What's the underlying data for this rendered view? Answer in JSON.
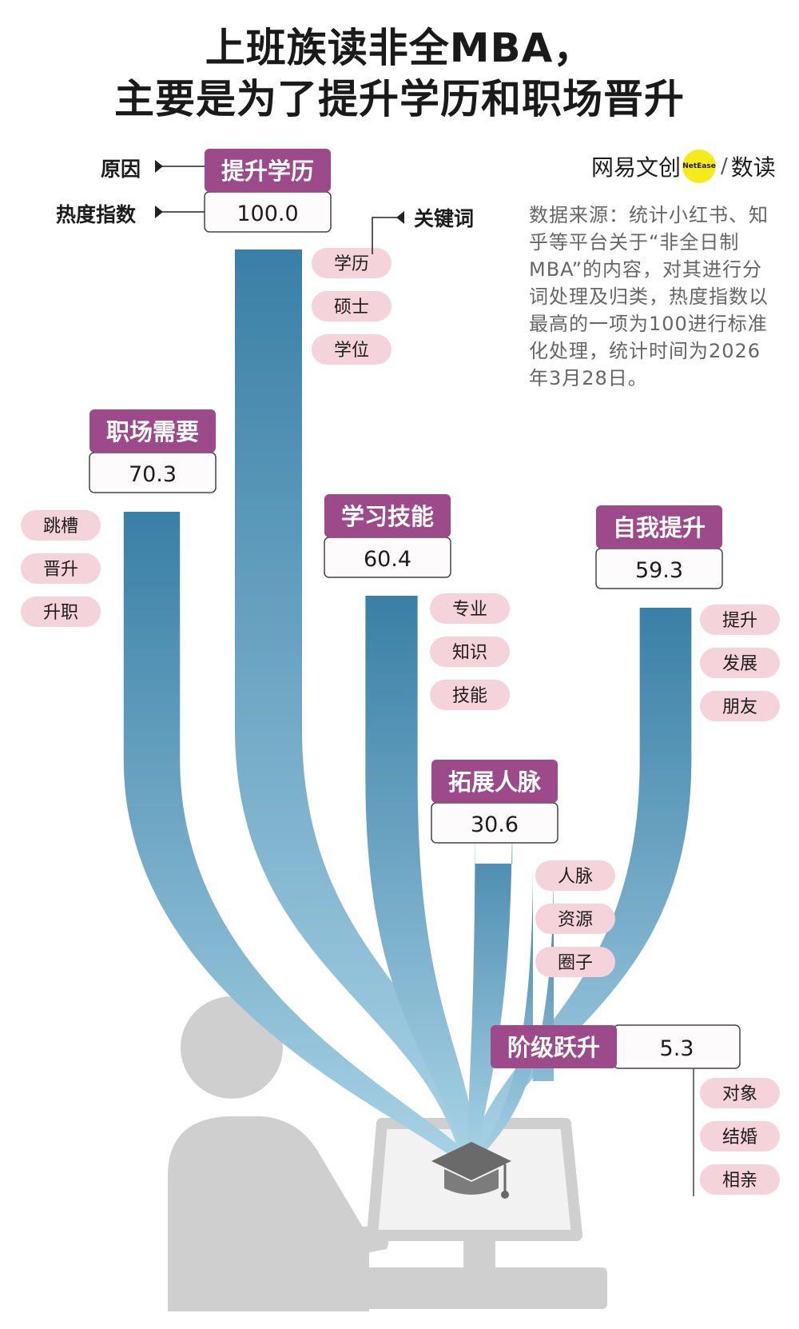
{
  "title": {
    "line1": "上班族读非全MBA，",
    "line2": "主要是为了提升学历和职场晋升"
  },
  "logo": {
    "brand": "网易文创",
    "badge": "NetEase",
    "column": "数读"
  },
  "source_note": "数据来源：统计小红书、知乎等平台关于“非全日制MBA”的内容，对其进行分词处理及归类，热度指数以最高的一项为100进行标准化处理，统计时间为2026年3月28日。",
  "legend": {
    "reason": "原因",
    "index": "热度指数",
    "keywords": "关键词"
  },
  "colors": {
    "category_fill": "#9c4a8a",
    "keyword_fill": "#f4d3da",
    "stream_top": "#3a7fa6",
    "stream_bottom": "#a9d3e6",
    "figure_gray": "#cfcfcf"
  },
  "chart_data": {
    "type": "bar",
    "categories": [
      "提升学历",
      "职场需要",
      "学习技能",
      "自我提升",
      "拓展人脉",
      "阶级跃升"
    ],
    "values": [
      100.0,
      70.3,
      60.4,
      59.3,
      30.6,
      5.3
    ],
    "value_labels": [
      "100.0",
      "70.3",
      "60.4",
      "59.3",
      "30.6",
      "5.3"
    ],
    "keywords": [
      [
        "学历",
        "硕士",
        "学位"
      ],
      [
        "跳槽",
        "晋升",
        "升职"
      ],
      [
        "专业",
        "知识",
        "技能"
      ],
      [
        "提升",
        "发展",
        "朋友"
      ],
      [
        "人脉",
        "资源",
        "圈子"
      ],
      [
        "对象",
        "结婚",
        "相亲"
      ]
    ],
    "ylim": [
      0,
      100
    ],
    "grid": false,
    "legend_position": "top-left"
  }
}
